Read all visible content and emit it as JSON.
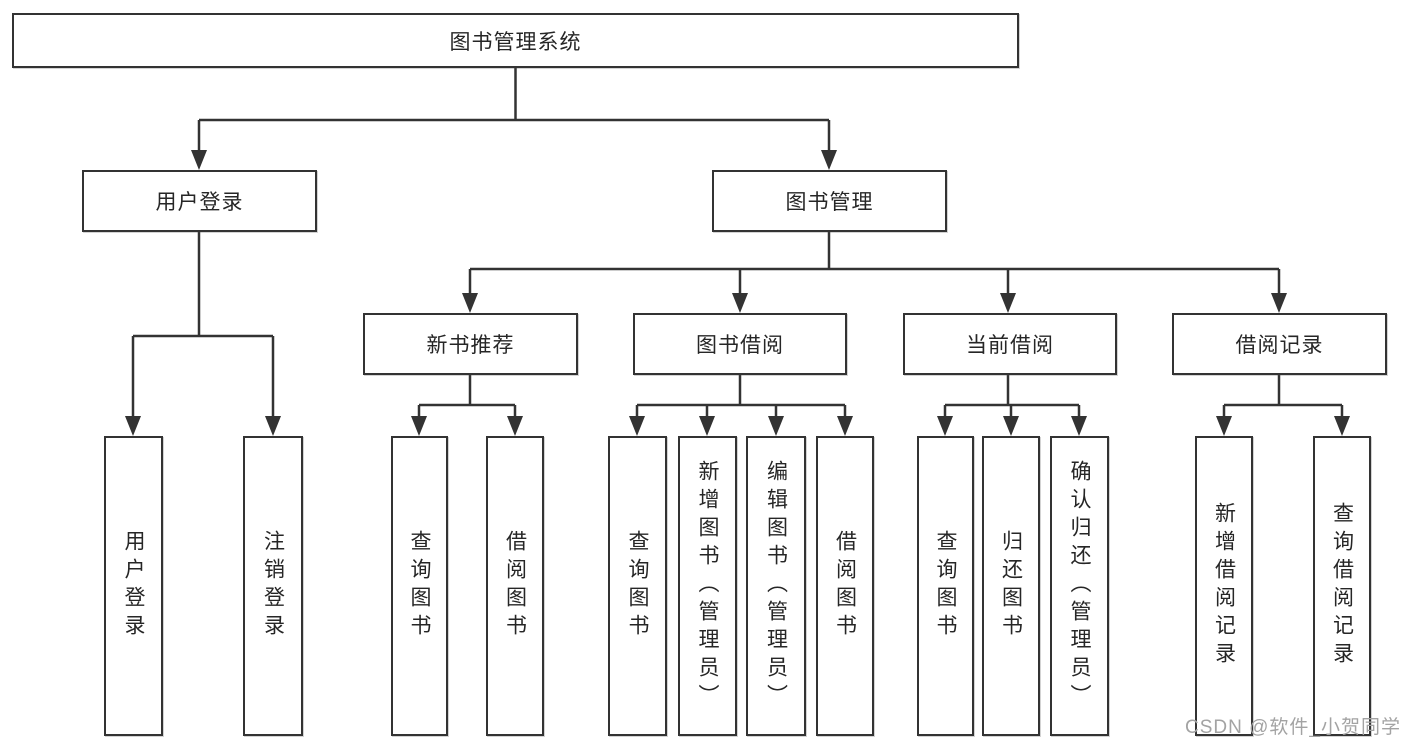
{
  "diagram": {
    "title": "图书管理系统",
    "type": "hierarchy-tree"
  },
  "colors": {
    "line": "#333333",
    "box_border": "#333333",
    "box_bg": "#ffffff",
    "text": "#262626",
    "watermark": "#a3a3a3"
  },
  "nodes": {
    "root": "图书管理系统",
    "level2": {
      "user_login": "用户登录",
      "book_mgmt": "图书管理"
    },
    "level3": {
      "new_books": "新书推荐",
      "book_borrow": "图书借阅",
      "current_borrow": "当前借阅",
      "borrow_records": "借阅记录"
    },
    "leaves": {
      "user_login": [
        "用户登录",
        "注销登录"
      ],
      "new_books": [
        "查询图书",
        "借阅图书"
      ],
      "book_borrow": [
        "查询图书",
        "新增图书（管理员）",
        "编辑图书（管理员）",
        "借阅图书"
      ],
      "current_borrow": [
        "查询图书",
        "归还图书",
        "确认归还（管理员）"
      ],
      "borrow_records": [
        "新增借阅记录",
        "查询借阅记录"
      ]
    }
  },
  "watermark": "CSDN @软件_小贺同学"
}
